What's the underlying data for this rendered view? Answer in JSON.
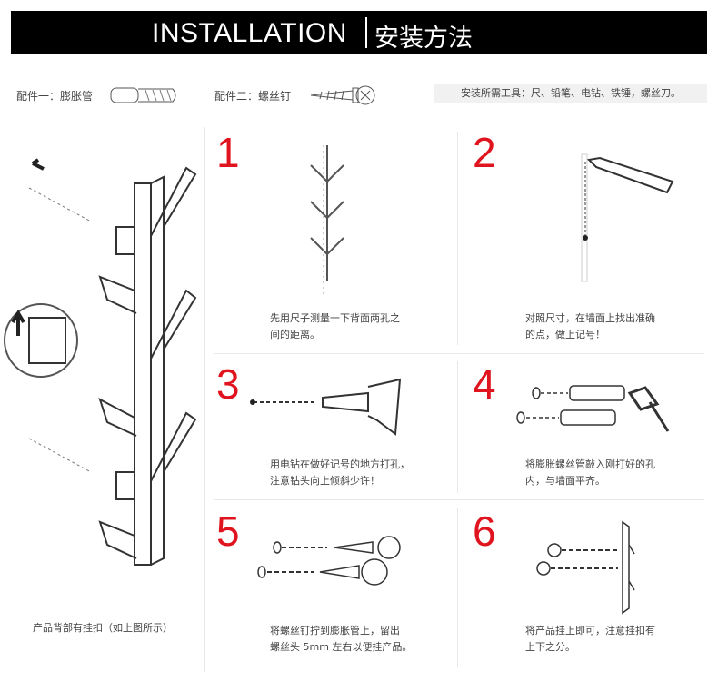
{
  "header": {
    "title_en": "INSTALLATION",
    "title_cn": "安装方法"
  },
  "accessories": {
    "part1": "配件一：膨胀管",
    "part2": "配件二：螺丝钉",
    "tools": "安装所需工具：尺、铅笔、电钻、铁锤，螺丝刀。"
  },
  "left_caption": "产品背部有挂扣（如上图所示）",
  "steps": [
    {
      "number": "1",
      "line1": "先用尺子测量一下背面两孔之",
      "line2": "间的距离。"
    },
    {
      "number": "2",
      "line1": "对照尺寸，在墙面上找出准确",
      "line2": "的点，做上记号！"
    },
    {
      "number": "3",
      "line1": "用电钻在做好记号的地方打孔，",
      "line2": "注意钻头向上倾斜少许！"
    },
    {
      "number": "4",
      "line1": "将膨胀螺丝管敲入刚打好的孔",
      "line2": "内，与墙面平齐。"
    },
    {
      "number": "5",
      "line1": "将螺丝钉拧到膨胀管上，留出",
      "line2": "螺丝头 5mm 左右以便挂产品。"
    },
    {
      "number": "6",
      "line1": "将产品挂上即可，注意挂扣有",
      "line2": "上下之分。"
    }
  ],
  "colors": {
    "header_bg": "#000000",
    "step_number": "#e0141e"
  }
}
